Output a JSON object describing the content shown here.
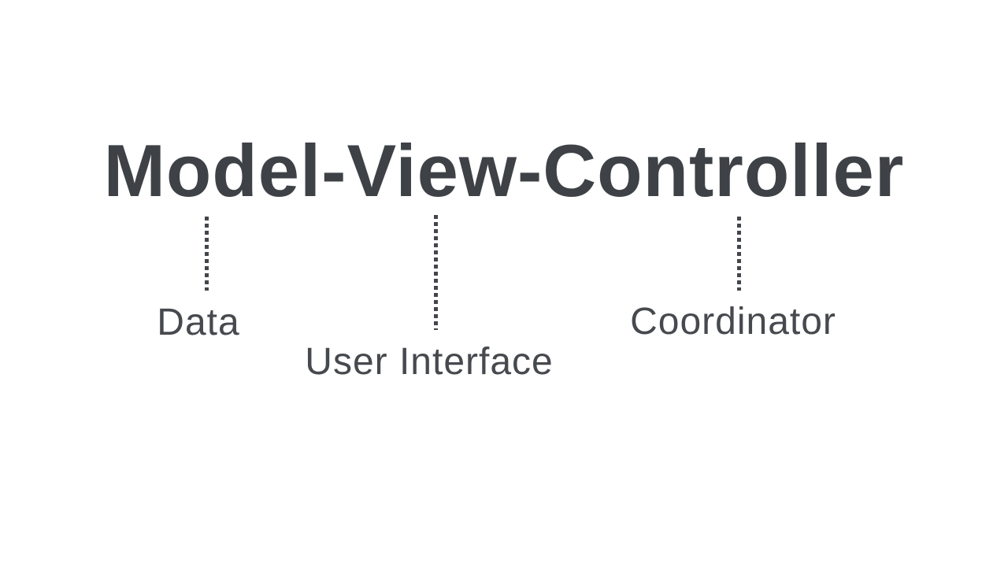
{
  "slide": {
    "title": "Model-View-Controller",
    "colors": {
      "background": "#ffffff",
      "title_text": "#3e4247",
      "label_text": "#46494e",
      "connector_dots": "#43464b"
    },
    "components": [
      {
        "part": "Model",
        "label": "Data"
      },
      {
        "part": "View",
        "label": "User Interface"
      },
      {
        "part": "Controller",
        "label": "Coordinator"
      }
    ]
  }
}
